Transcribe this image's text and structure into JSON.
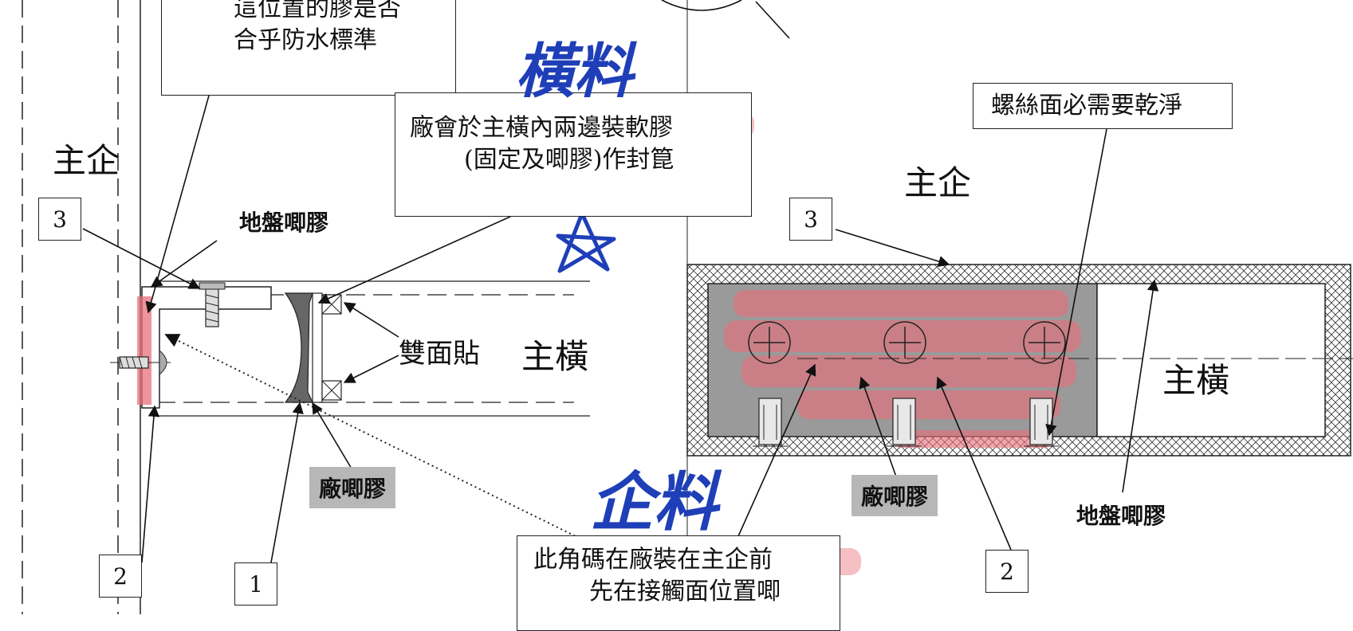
{
  "top_box": {
    "line1": "這位置的膠是否",
    "line2": "合乎防水標準"
  },
  "center_box": {
    "line1": "廠會於主橫內兩邊裝軟膠",
    "line2": "(固定及唧膠)作封箟"
  },
  "right_box": {
    "text": "螺絲面必需要乾淨"
  },
  "bottom_box": {
    "line1": "此角碼在廠裝在主企前",
    "line2": "先在接觸面位置唧"
  },
  "labels": {
    "left_mullion": "主企",
    "left_transom": "主橫",
    "right_mullion": "主企",
    "right_transom": "主橫",
    "site_sealant_left": "地盤唧膠",
    "site_sealant_right": "地盤唧膠",
    "double_tape": "雙面貼",
    "factory_sealant_left": "廠唧膠",
    "factory_sealant_right": "廠唧膠"
  },
  "numbers": {
    "n3_left": "3",
    "n2_left": "2",
    "n1": "1",
    "n3_right": "3",
    "n2_right": "2"
  },
  "handwriting": {
    "transom_material": "橫料",
    "mullion_material": "企料",
    "star": "☆"
  },
  "colors": {
    "ink": "#1f3fb8",
    "highlight": "#e8707a",
    "grey_fill": "#9a9a9a",
    "label_grey": "#b7b7b7"
  }
}
